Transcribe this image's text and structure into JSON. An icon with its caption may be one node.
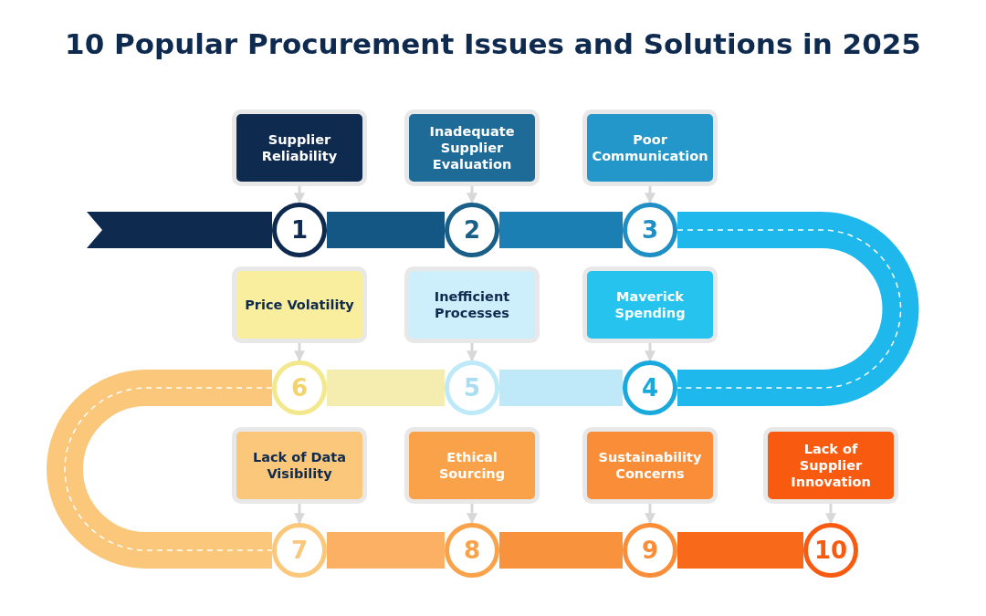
{
  "diagram": {
    "title": "10 Popular Procurement Issues and Solutions in 2025",
    "nodes": [
      {
        "text": [
          "Supplier Reliability"
        ]
      },
      {
        "text": [
          "Inadequate Supplier Evaluation"
        ]
      },
      {
        "text": [
          "Poor Communication"
        ]
      },
      {
        "text": [
          "Maverick Spending"
        ]
      },
      {
        "text": [
          "Inefficient Processes"
        ]
      },
      {
        "text": [
          "Price Volatility"
        ]
      },
      {
        "text": [
          "Lack of Data Visibility"
        ]
      },
      {
        "text": [
          "Ethical Sourcing"
        ]
      },
      {
        "text": [
          "Sustainability Concerns"
        ]
      },
      {
        "text": [
          "Lack of Supplier Innovation"
        ]
      },
      {
        "text": [
          "1"
        ]
      },
      {
        "text": [
          "2"
        ]
      },
      {
        "text": [
          "3"
        ]
      },
      {
        "text": [
          "4"
        ]
      },
      {
        "text": [
          "5"
        ]
      },
      {
        "text": [
          "6"
        ]
      },
      {
        "text": [
          "7"
        ]
      },
      {
        "text": [
          "8"
        ]
      },
      {
        "text": [
          "9"
        ]
      },
      {
        "text": [
          "10"
        ]
      }
    ],
    "edges": [
      {
        "from": 10,
        "to": 11,
        "arrow": "none",
        "style": "thick",
        "color": "#145784"
      },
      {
        "from": 11,
        "to": 12,
        "arrow": "none",
        "style": "thick",
        "color": "#1b7fb3"
      },
      {
        "from": 12,
        "to": 13,
        "arrow": "none",
        "style": "thick",
        "color": "#1fb8ec"
      },
      {
        "from": 13,
        "to": 14,
        "arrow": "none",
        "style": "thick",
        "color": "#bfe9f8"
      },
      {
        "from": 14,
        "to": 15,
        "arrow": "none",
        "style": "thick",
        "color": "#f5ecb0"
      },
      {
        "from": 15,
        "to": 16,
        "arrow": "none",
        "style": "thick",
        "color": "#fbc77a"
      },
      {
        "from": 16,
        "to": 17,
        "arrow": "none",
        "style": "thick",
        "color": "#fbb063"
      },
      {
        "from": 17,
        "to": 18,
        "arrow": "none",
        "style": "thick",
        "color": "#f9923c"
      },
      {
        "from": 18,
        "to": 19,
        "arrow": "none",
        "style": "thick",
        "color": "#f86a1a"
      },
      {
        "from": 0,
        "to": 10,
        "arrow": "to"
      },
      {
        "from": 1,
        "to": 11,
        "arrow": "to"
      },
      {
        "from": 2,
        "to": 12,
        "arrow": "to"
      },
      {
        "from": 3,
        "to": 13,
        "arrow": "to"
      },
      {
        "from": 4,
        "to": 14,
        "arrow": "to"
      },
      {
        "from": 5,
        "to": 15,
        "arrow": "to"
      },
      {
        "from": 6,
        "to": 16,
        "arrow": "to"
      },
      {
        "from": 7,
        "to": 17,
        "arrow": "to"
      },
      {
        "from": 8,
        "to": 18,
        "arrow": "to"
      },
      {
        "from": 9,
        "to": 19,
        "arrow": "to"
      }
    ]
  }
}
